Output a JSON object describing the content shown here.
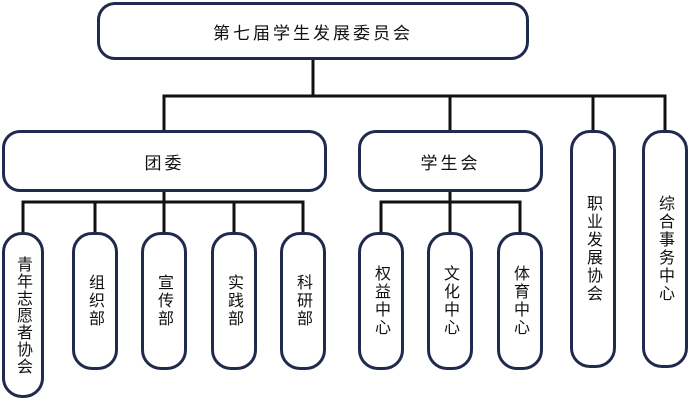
{
  "root": "第七届学生发展委员会",
  "branches": [
    {
      "id": "tuanwei",
      "label": "团委",
      "children": [
        "青年志愿者协会",
        "组织部",
        "宣传部",
        "实践部",
        "科研部"
      ]
    },
    {
      "id": "xueshenghui",
      "label": "学生会",
      "children": [
        "权益中心",
        "文化中心",
        "体育中心"
      ]
    },
    {
      "id": "zhiye",
      "label": "职业发展协会",
      "children": []
    },
    {
      "id": "zonghe",
      "label": "综合事务中心",
      "children": []
    }
  ]
}
